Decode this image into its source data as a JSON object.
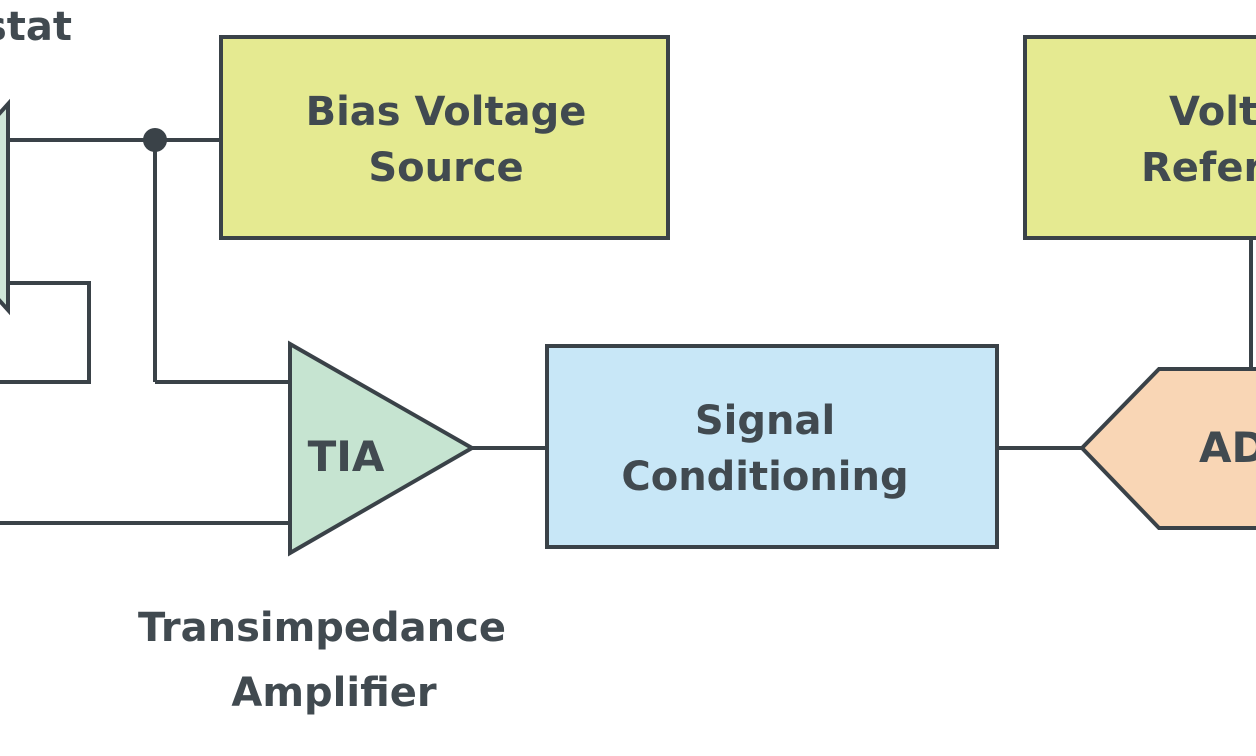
{
  "title_partial": "stat",
  "blocks": {
    "bias_source": {
      "line1": "Bias Voltage",
      "line2": "Source"
    },
    "voltage_ref": {
      "line1": "Volt",
      "line2": "Refer"
    },
    "signal_conditioning": {
      "line1": "Signal",
      "line2": "Conditioning"
    },
    "tia": {
      "label": "TIA"
    },
    "adc": {
      "label": "AD"
    }
  },
  "captions": {
    "tia_caption": {
      "line1": "Transimpedance",
      "line2": "Amplifier"
    }
  },
  "colors": {
    "stroke": "#3a4248",
    "text": "#414a50",
    "yellow_green": "#e5ea91",
    "mint": "#c6e4d1",
    "sky": "#c8e7f7",
    "peach": "#f9d6b5",
    "sensor_left": "#cfe6d8"
  }
}
